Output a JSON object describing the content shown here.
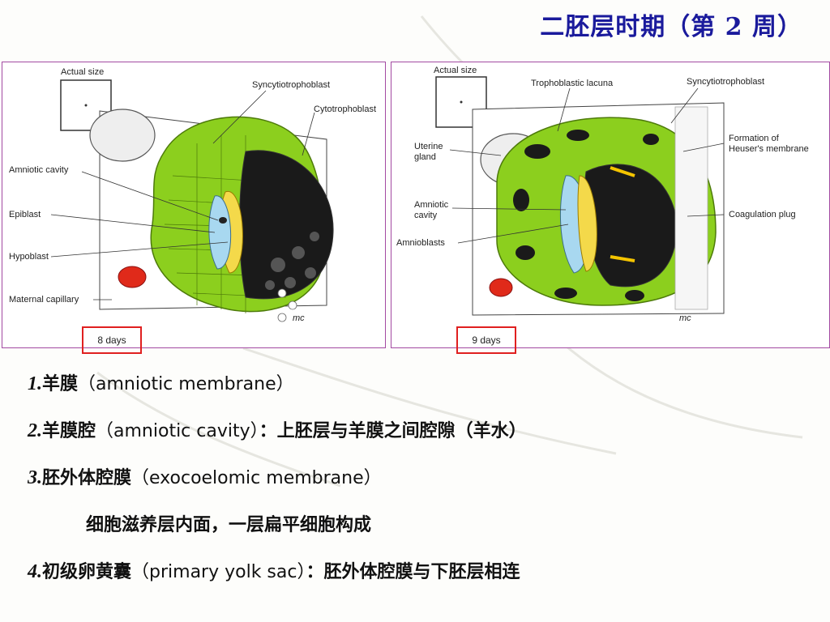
{
  "title": "二胚层时期（第 2 周）",
  "figure1": {
    "actual_size": "Actual size",
    "labels": {
      "syncytiotrophoblast": "Syncytiotrophoblast",
      "cytotrophoblast": "Cytotrophoblast",
      "amniotic_cavity": "Amniotic cavity",
      "epiblast": "Epiblast",
      "hypoblast": "Hypoblast",
      "maternal_capillary": "Maternal capillary",
      "signature": "mc"
    },
    "days": "8 days"
  },
  "figure2": {
    "actual_size": "Actual size",
    "labels": {
      "trophoblastic_lacuna": "Trophoblastic lacuna",
      "syncytiotrophoblast": "Syncytiotrophoblast",
      "uterine_gland": "Uterine\ngland",
      "formation_heuser": "Formation of\nHeuser's membrane",
      "amniotic_cavity": "Amniotic\ncavity",
      "coagulation_plug": "Coagulation plug",
      "amnioblasts": "Amnioblasts",
      "signature": "mc"
    },
    "days": "9 days"
  },
  "items": [
    {
      "num": "1.",
      "cn_before": "羊膜",
      "en": "（amniotic membrane）",
      "cn_after": ""
    },
    {
      "num": "2.",
      "cn_before": "羊膜腔",
      "en": "（amniotic cavity）",
      "cn_after": "：上胚层与羊膜之间腔隙（羊水）"
    },
    {
      "num": "3.",
      "cn_before": "胚外体腔膜",
      "en": "（exocoelomic membrane）",
      "cn_after": ""
    },
    {
      "num": "",
      "cn_before": "细胞滋养层内面，一层扁平细胞构成",
      "en": "",
      "cn_after": ""
    },
    {
      "num": "4.",
      "cn_before": "初级卵黄囊",
      "en": "（primary yolk sac）",
      "cn_after": "：胚外体腔膜与下胚层相连"
    }
  ],
  "colors": {
    "title": "#1a1a9c",
    "frame": "#a34aa3",
    "days_box": "#e02020",
    "tissue_green": "#8ccf1e",
    "amnion_blue": "#a8d8f0",
    "hypoblast_yellow": "#f4d94a",
    "capillary_red": "#e02a1a"
  }
}
